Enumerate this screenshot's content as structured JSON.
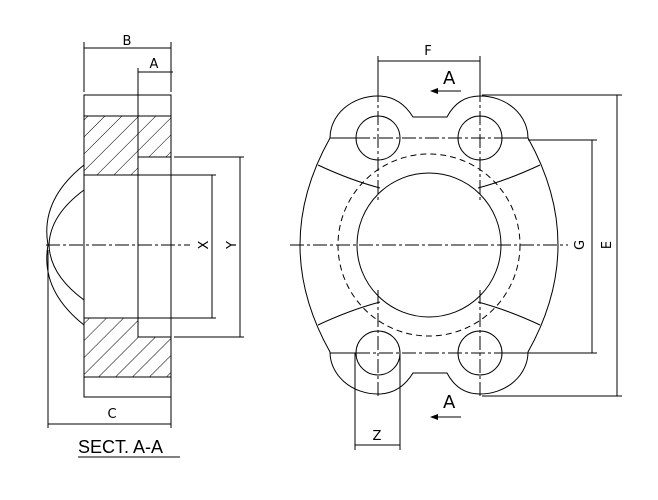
{
  "section_view": {
    "title": "SECT. A-A",
    "dims": {
      "B": "B",
      "A": "A",
      "X": "X",
      "Y": "Y",
      "C": "C"
    }
  },
  "front_view": {
    "dims": {
      "F": "F",
      "G": "G",
      "E": "E",
      "Z": "Z"
    },
    "section_marker_top": "A",
    "section_marker_bottom": "A"
  }
}
